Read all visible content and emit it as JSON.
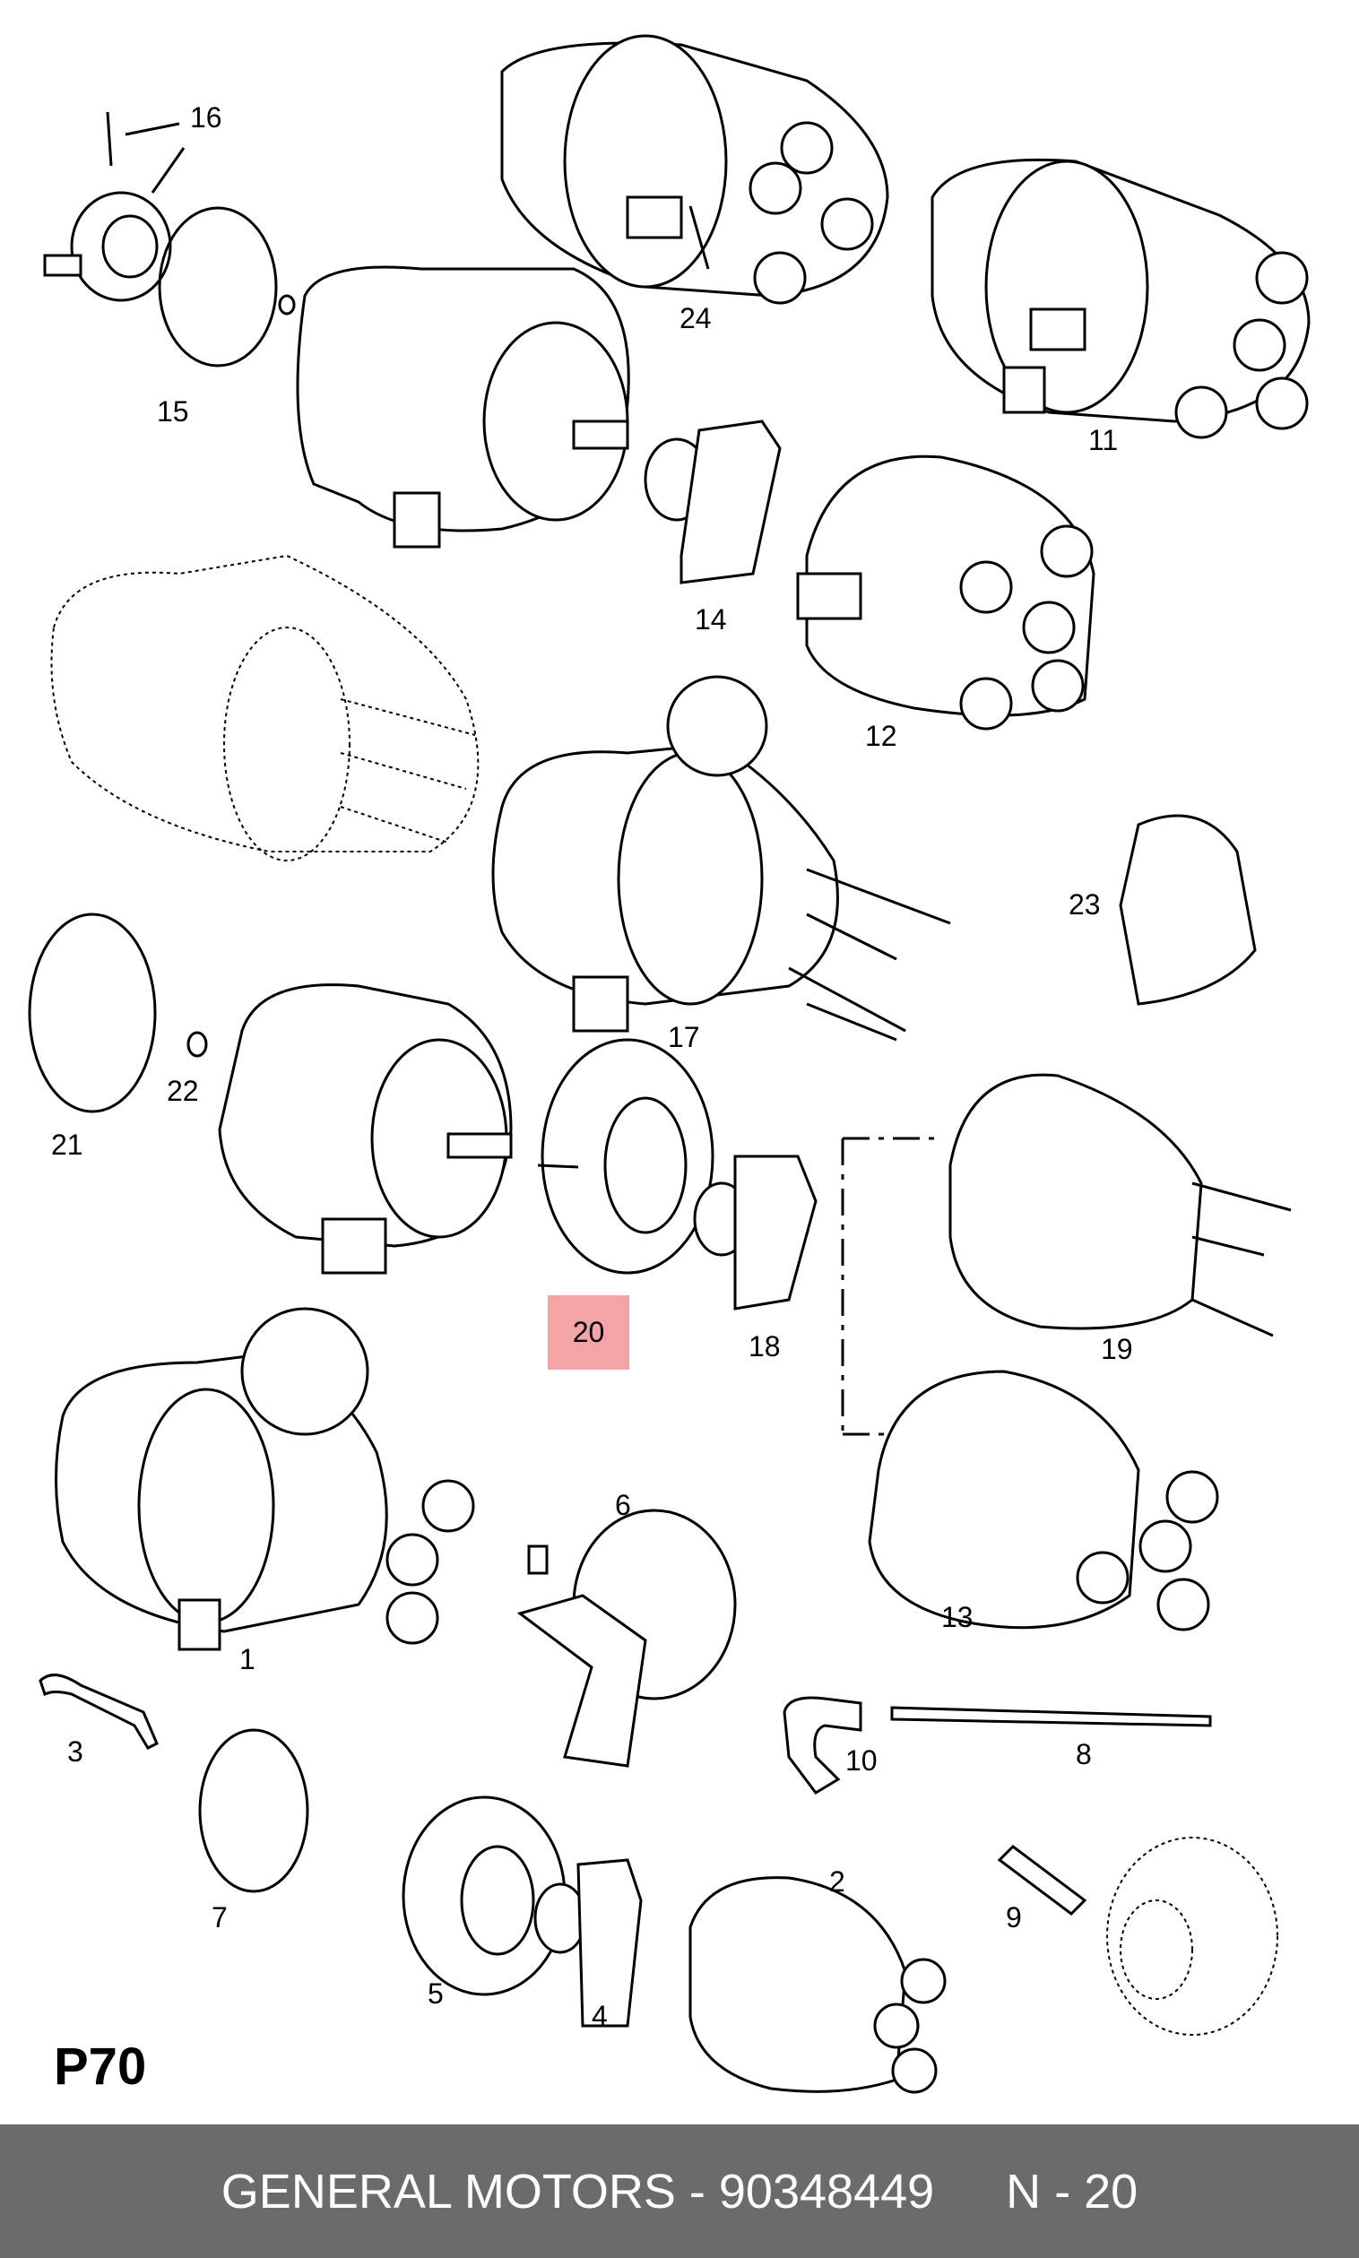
{
  "diagram": {
    "labels": {
      "p1": "1",
      "p2": "2",
      "p3": "3",
      "p4": "4",
      "p5": "5",
      "p6": "6",
      "p7": "7",
      "p8": "8",
      "p9": "9",
      "p10": "10",
      "p11": "11",
      "p12": "12",
      "p13": "13",
      "p14": "14",
      "p15": "15",
      "p16": "16",
      "p17": "17",
      "p18": "18",
      "p19": "19",
      "p20": "20",
      "p21": "21",
      "p22": "22",
      "p23": "23",
      "p24": "24"
    },
    "highlighted": "20",
    "highlight_color": "#f39a9a"
  },
  "page_code": "P70",
  "footer": {
    "brand_part": "GENERAL MOTORS - 90348449",
    "ref": "N - 20",
    "background": "#6b6b6b"
  }
}
